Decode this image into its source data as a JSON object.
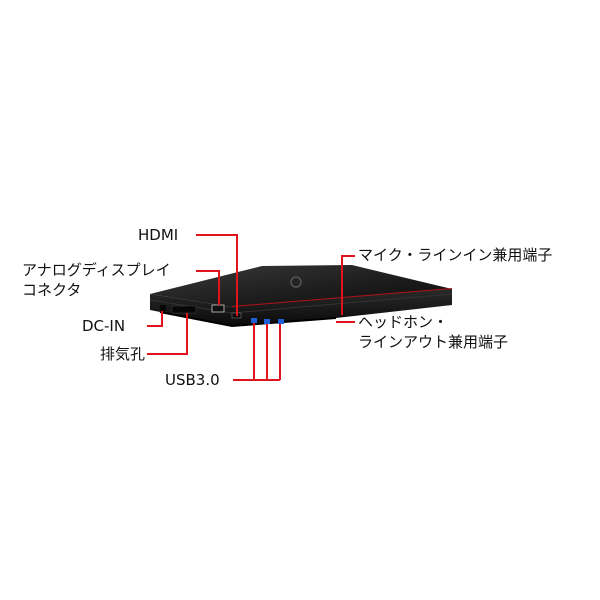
{
  "labels": {
    "hdmi": "HDMI",
    "analog_line1": "アナログディスプレイ",
    "analog_line2": "コネクタ",
    "dc_in": "DC-IN",
    "exhaust": "排気孔",
    "usb": "USB3.0",
    "mic": "マイク・ラインイン兼用端子",
    "headphone_line1": "ヘッドホン・",
    "headphone_line2": "ラインアウト兼用端子"
  },
  "colors": {
    "callout_line": "#e0141c",
    "laptop_body": "#1b1b1b",
    "usb_port": "#1f5fd6"
  }
}
